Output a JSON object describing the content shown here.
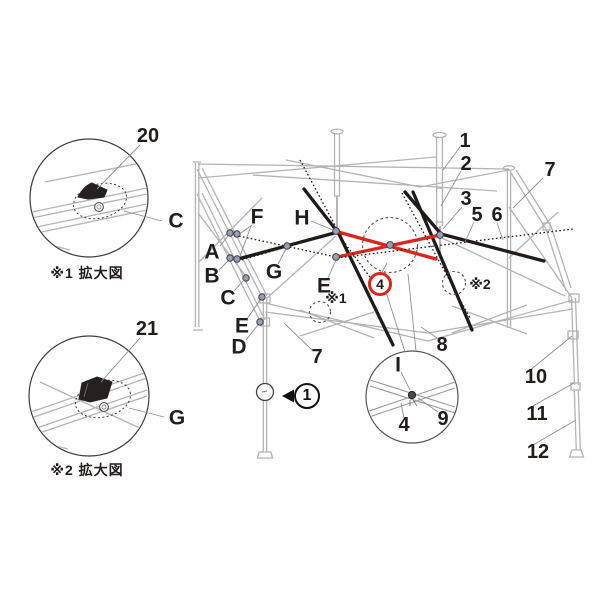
{
  "figure": {
    "colors": {
      "highlight_red": "#df241a",
      "frame_gray": "#b4b4b6",
      "ink_black": "#201b18"
    },
    "insets": {
      "detail1": {
        "number": "20",
        "letter": "C",
        "caption": "※1 拡大図"
      },
      "detail2": {
        "number": "21",
        "letter": "G",
        "caption": "※2 拡大図"
      }
    },
    "callouts": {
      "n1": "1",
      "n2": "2",
      "n3": "3",
      "n4": "4",
      "n5": "5",
      "n6": "6",
      "n7": "7",
      "n8": "8",
      "n9": "9",
      "n10": "10",
      "n11": "11",
      "n12": "12",
      "A": "A",
      "B": "B",
      "C": "C",
      "D": "D",
      "E": "E",
      "F": "F",
      "G": "G",
      "H": "H",
      "I": "I",
      "ref1": "※1",
      "ref2": "※2",
      "step1": "1"
    }
  }
}
